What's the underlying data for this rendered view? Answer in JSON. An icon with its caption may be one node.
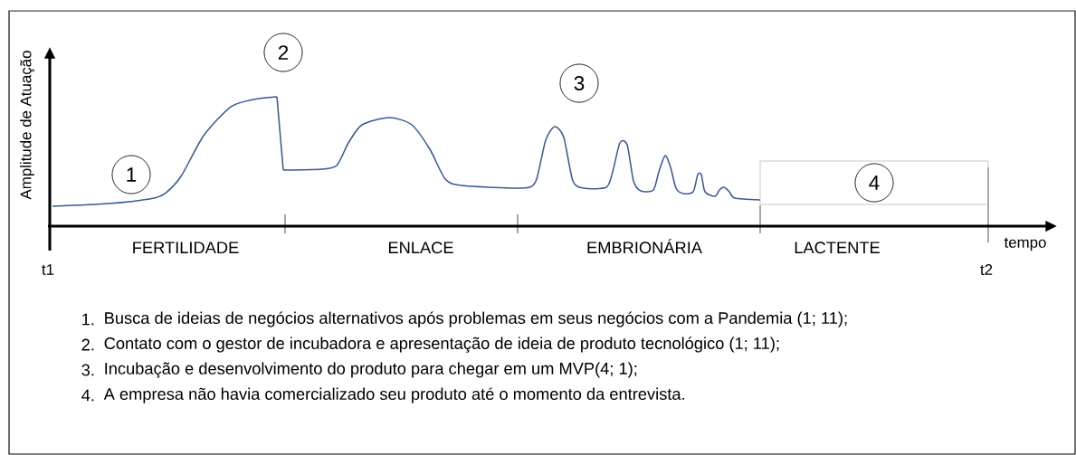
{
  "diagram": {
    "nodes": [
      {
        "text": [
          "1"
        ]
      },
      {
        "text": [
          "2"
        ]
      },
      {
        "text": [
          "3"
        ]
      },
      {
        "text": [],
        "shape": "box"
      },
      {
        "text": [
          "4"
        ],
        "in": 3
      }
    ],
    "labels": [
      "Amplitude de Atuação",
      "FERTILIDADE",
      "ENLACE",
      "EMBRIONÁRIA",
      "LACTENTE",
      "tempo",
      "t1",
      "t2",
      "1.",
      "Busca de ideias de negócios alternativos após problemas em seus negócios com a Pandemia (1; 11);",
      "2.",
      "Contato com o gestor de incubadora e apresentação de ideia de produto tecnológico (1; 11);",
      "3.",
      "Incubação e desenvolvimento do produto para chegar em um MVP(4; 1);",
      "4.",
      "A empresa não havia comercializado seu produto até o momento da entrevista."
    ]
  }
}
